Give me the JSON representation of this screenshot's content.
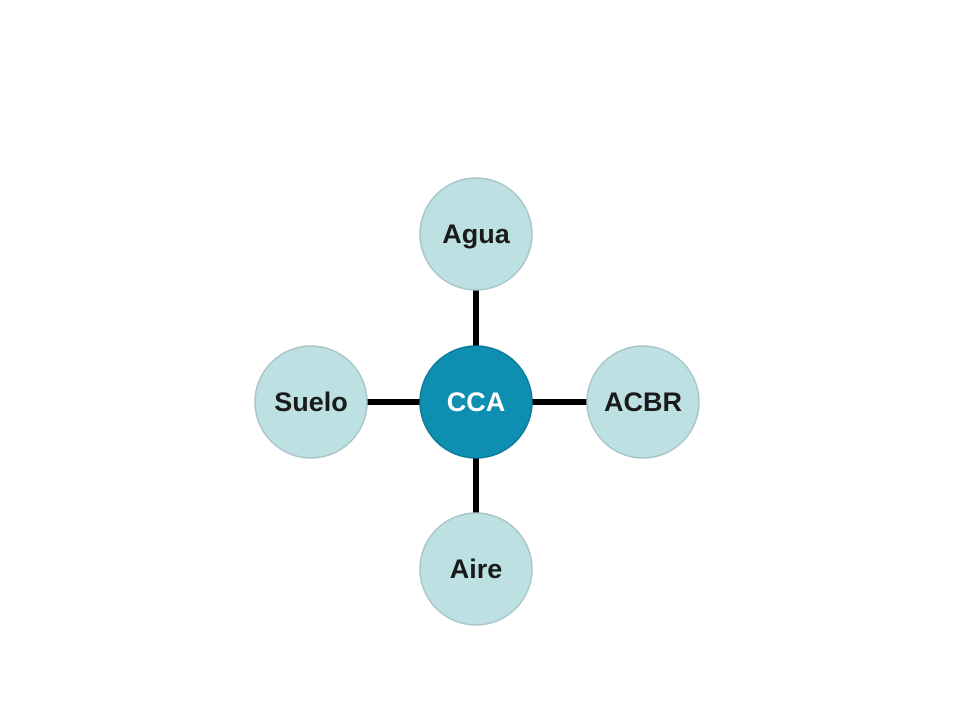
{
  "diagram": {
    "center": {
      "label": "CCA",
      "fill": "#0e8eb0",
      "text_color": "#ffffff"
    },
    "satellites": [
      {
        "id": "top",
        "label": "Agua"
      },
      {
        "id": "right",
        "label": "ACBR"
      },
      {
        "id": "bottom",
        "label": "Aire"
      },
      {
        "id": "left",
        "label": "Suelo"
      }
    ],
    "colors": {
      "satellite_fill": "#bde0e2",
      "satellite_stroke": "#a8c4c8",
      "satellite_text": "#1a1a1a",
      "connector": "#000000",
      "background": "#ffffff"
    }
  }
}
